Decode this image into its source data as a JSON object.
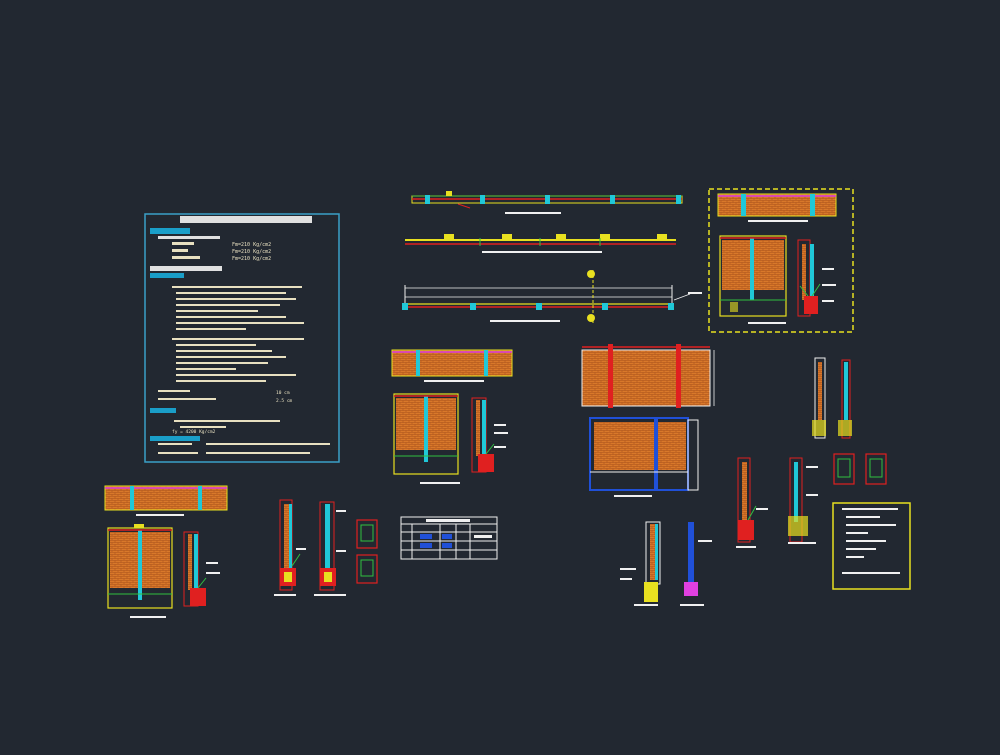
{
  "colors": {
    "background": "#222831",
    "brick": "#d8782a",
    "brick_dark": "#a8501a",
    "red": "#e02020",
    "yellow": "#e8e020",
    "cyan": "#20c8d8",
    "green": "#30c040",
    "white": "#f0f0f0",
    "notes_border": "#3aa0c8",
    "notes_heading": "#1a9ec8",
    "magenta": "#e040e0",
    "blue": "#2050d8"
  },
  "notes_sheet": {
    "spec_lines": [
      {
        "label": "",
        "value": "Fm=210 Kg/cm2"
      },
      {
        "label": "",
        "value": "Fm=210 Kg/cm2"
      },
      {
        "label": "",
        "value": "Fm=210 Kg/cm2"
      }
    ],
    "note_lines": [
      "",
      "",
      "",
      "",
      "",
      "",
      "",
      ""
    ],
    "note_lines_2": [
      "",
      "",
      "",
      "",
      "",
      "",
      ""
    ],
    "values": [
      "10 cm",
      "2.5 cm"
    ],
    "load_value": "fy = 4200 Kg/cm2"
  }
}
